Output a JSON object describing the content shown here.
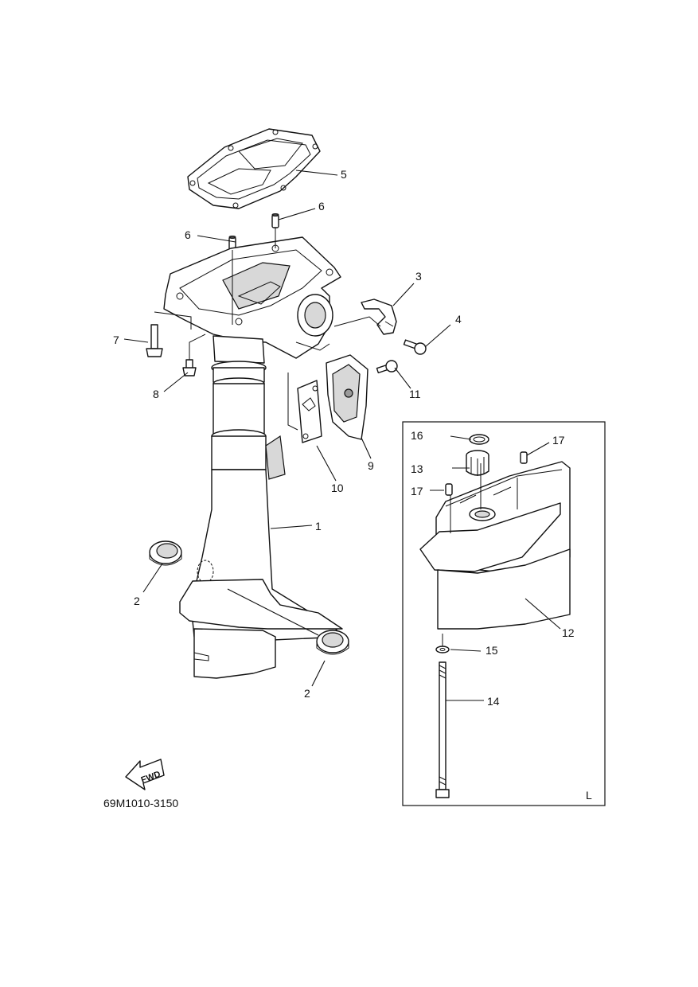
{
  "callouts": {
    "c1": "1",
    "c2a": "2",
    "c2b": "2",
    "c3": "3",
    "c4": "4",
    "c5": "5",
    "c6a": "6",
    "c6b": "6",
    "c7": "7",
    "c8": "8",
    "c9": "9",
    "c10": "10",
    "c11": "11",
    "c12": "12",
    "c13": "13",
    "c14": "14",
    "c15": "15",
    "c16": "16",
    "c17a": "17",
    "c17b": "17"
  },
  "fwd_label": "FWD",
  "diagram_code": "69M1010-3150",
  "inset_label": "L"
}
